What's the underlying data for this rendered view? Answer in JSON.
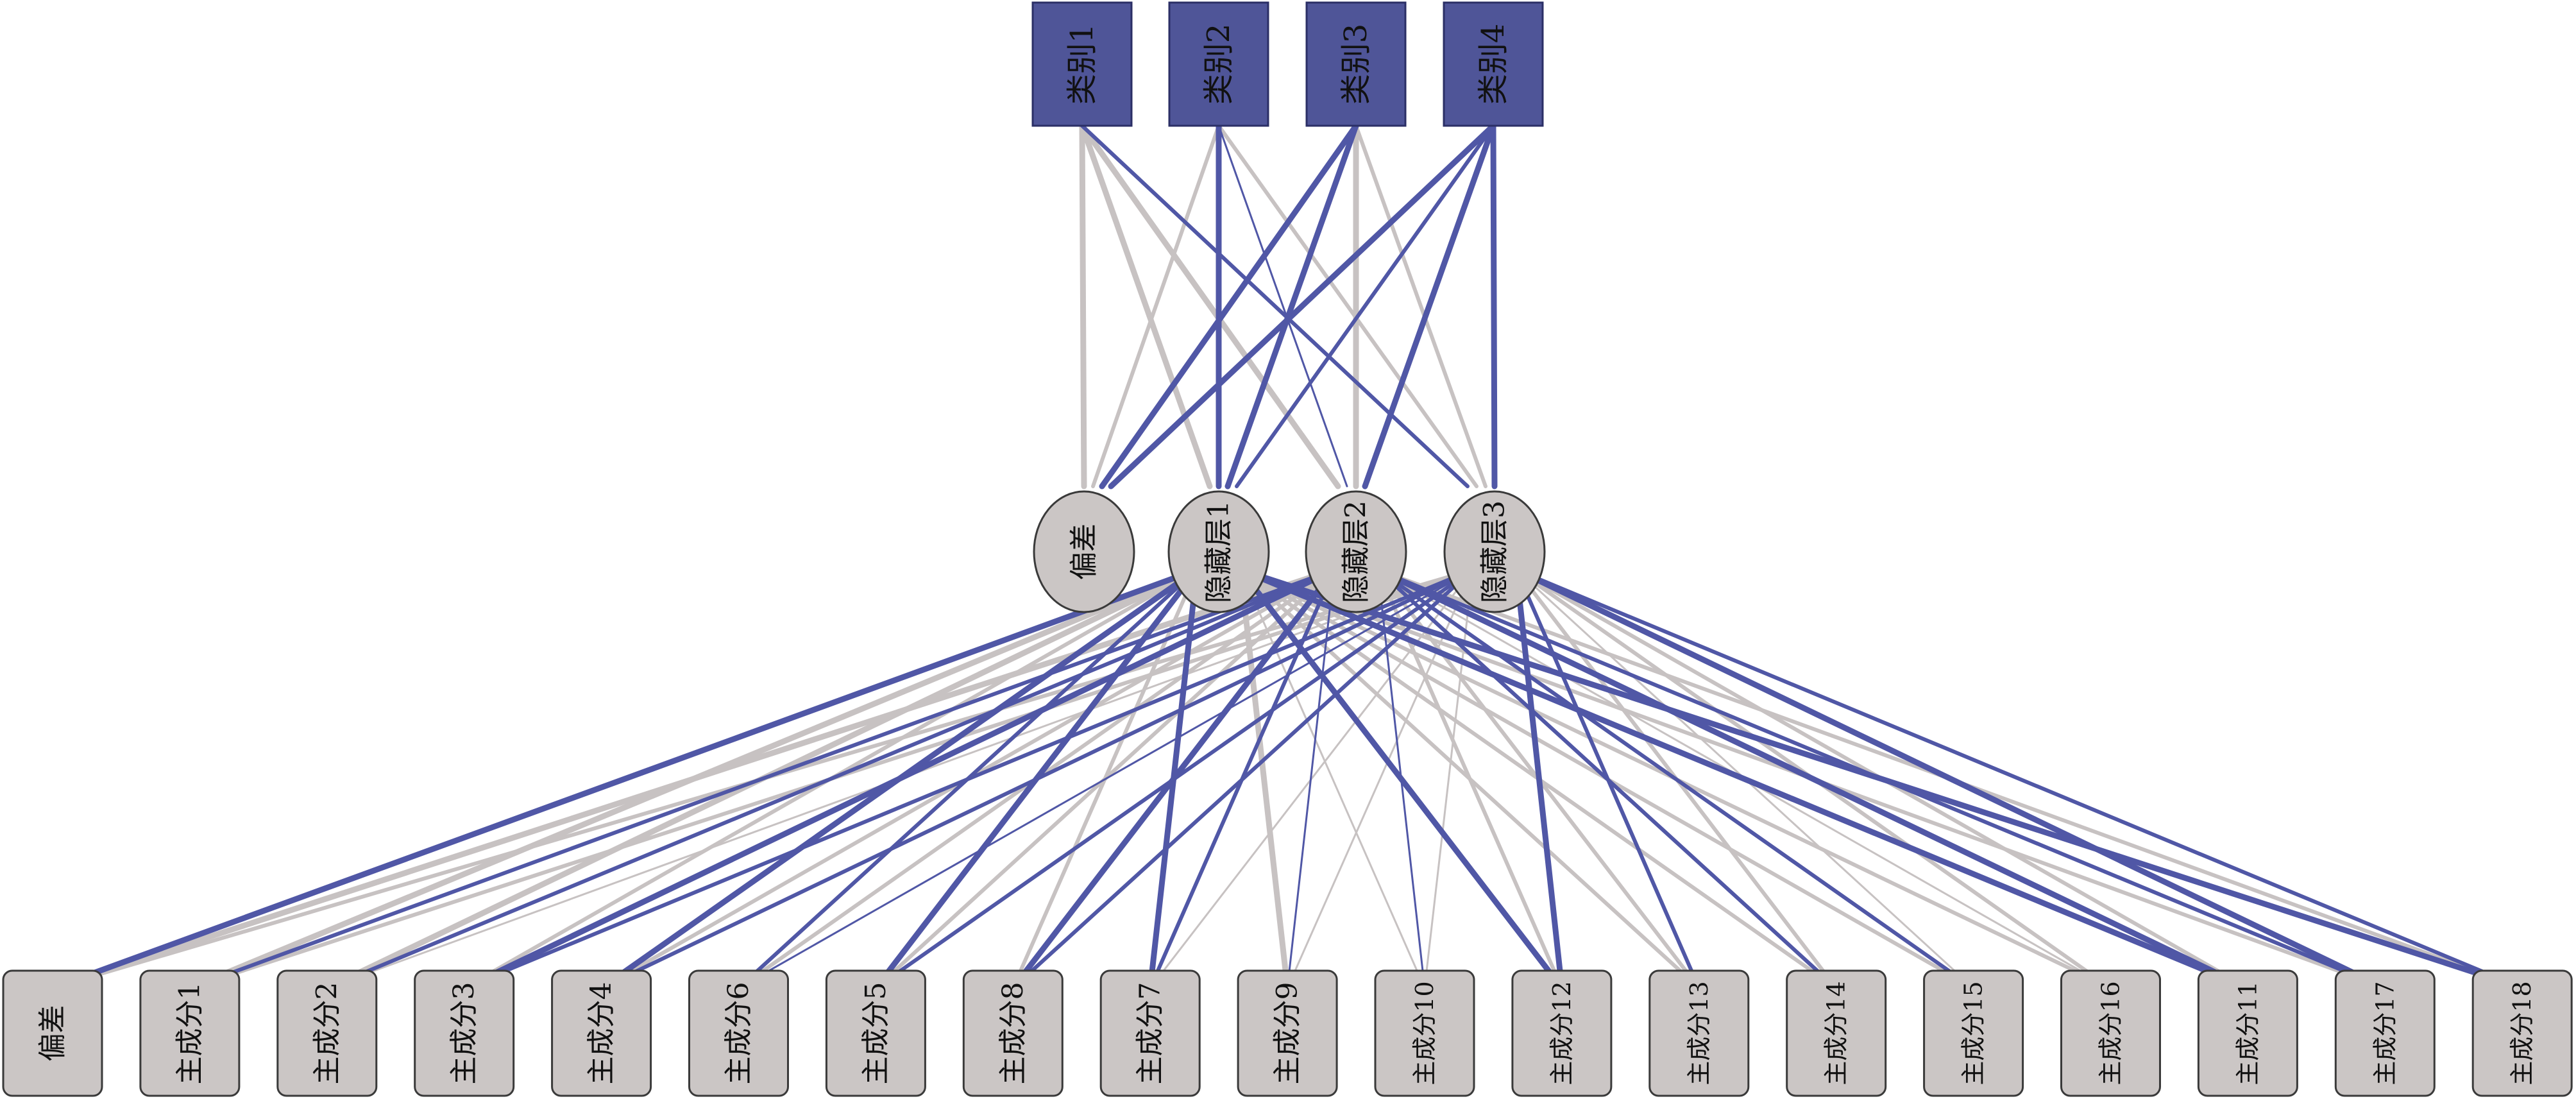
{
  "diagram": {
    "colors": {
      "positive_edge": "#5057a6",
      "negative_edge": "#c7c2c2",
      "output_fill": "#4f5598",
      "output_stroke": "#2b2f66",
      "output_text": "#ffffff",
      "node_fill": "#cbc6c5",
      "node_stroke": "#3a3a3a",
      "node_text": "#111111"
    },
    "output_layer": [
      {
        "id": "o1",
        "label": "类别1"
      },
      {
        "id": "o2",
        "label": "类别2"
      },
      {
        "id": "o3",
        "label": "类别3"
      },
      {
        "id": "o4",
        "label": "类别4"
      }
    ],
    "hidden_layer": [
      {
        "id": "hb",
        "label": "偏差"
      },
      {
        "id": "h1",
        "label": "隐藏层1"
      },
      {
        "id": "h2",
        "label": "隐藏层2"
      },
      {
        "id": "h3",
        "label": "隐藏层3"
      }
    ],
    "input_layer": [
      {
        "id": "ib",
        "label": "偏差"
      },
      {
        "id": "p1",
        "label": "主成分1"
      },
      {
        "id": "p2",
        "label": "主成分2"
      },
      {
        "id": "p3",
        "label": "主成分3"
      },
      {
        "id": "p4",
        "label": "主成分4"
      },
      {
        "id": "p6",
        "label": "主成分6"
      },
      {
        "id": "p5",
        "label": "主成分5"
      },
      {
        "id": "p8",
        "label": "主成分8"
      },
      {
        "id": "p7",
        "label": "主成分7"
      },
      {
        "id": "p9",
        "label": "主成分9"
      },
      {
        "id": "p10",
        "label": "主成分10"
      },
      {
        "id": "p12",
        "label": "主成分12"
      },
      {
        "id": "p13",
        "label": "主成分13"
      },
      {
        "id": "p14",
        "label": "主成分14"
      },
      {
        "id": "p15",
        "label": "主成分15"
      },
      {
        "id": "p16",
        "label": "主成分16"
      },
      {
        "id": "p11",
        "label": "主成分11"
      },
      {
        "id": "p17",
        "label": "主成分17"
      },
      {
        "id": "p18",
        "label": "主成分18"
      }
    ],
    "hidden_to_output_edges": [
      {
        "from": "hb",
        "to": "o1",
        "sign": "neg",
        "strength": 3
      },
      {
        "from": "hb",
        "to": "o2",
        "sign": "neg",
        "strength": 2
      },
      {
        "from": "hb",
        "to": "o3",
        "sign": "pos",
        "strength": 3
      },
      {
        "from": "hb",
        "to": "o4",
        "sign": "pos",
        "strength": 3
      },
      {
        "from": "h1",
        "to": "o1",
        "sign": "neg",
        "strength": 3
      },
      {
        "from": "h1",
        "to": "o2",
        "sign": "pos",
        "strength": 3
      },
      {
        "from": "h1",
        "to": "o3",
        "sign": "pos",
        "strength": 3
      },
      {
        "from": "h1",
        "to": "o4",
        "sign": "pos",
        "strength": 2
      },
      {
        "from": "h2",
        "to": "o1",
        "sign": "neg",
        "strength": 3
      },
      {
        "from": "h2",
        "to": "o2",
        "sign": "pos",
        "strength": 1
      },
      {
        "from": "h2",
        "to": "o3",
        "sign": "neg",
        "strength": 3
      },
      {
        "from": "h2",
        "to": "o4",
        "sign": "pos",
        "strength": 3
      },
      {
        "from": "h3",
        "to": "o1",
        "sign": "pos",
        "strength": 2
      },
      {
        "from": "h3",
        "to": "o2",
        "sign": "neg",
        "strength": 2
      },
      {
        "from": "h3",
        "to": "o3",
        "sign": "neg",
        "strength": 2
      },
      {
        "from": "h3",
        "to": "o4",
        "sign": "pos",
        "strength": 3
      }
    ],
    "input_to_hidden_edges": [
      {
        "from": "ib",
        "to": "h1",
        "sign": "pos",
        "strength": 3
      },
      {
        "from": "ib",
        "to": "h2",
        "sign": "neg",
        "strength": 3
      },
      {
        "from": "ib",
        "to": "h3",
        "sign": "neg",
        "strength": 2
      },
      {
        "from": "p1",
        "to": "h1",
        "sign": "neg",
        "strength": 3
      },
      {
        "from": "p1",
        "to": "h2",
        "sign": "pos",
        "strength": 2
      },
      {
        "from": "p1",
        "to": "h3",
        "sign": "neg",
        "strength": 2
      },
      {
        "from": "p2",
        "to": "h1",
        "sign": "neg",
        "strength": 3
      },
      {
        "from": "p2",
        "to": "h2",
        "sign": "pos",
        "strength": 2
      },
      {
        "from": "p2",
        "to": "h3",
        "sign": "neg",
        "strength": 1
      },
      {
        "from": "p3",
        "to": "h1",
        "sign": "neg",
        "strength": 2
      },
      {
        "from": "p3",
        "to": "h2",
        "sign": "pos",
        "strength": 3
      },
      {
        "from": "p3",
        "to": "h3",
        "sign": "pos",
        "strength": 2
      },
      {
        "from": "p4",
        "to": "h1",
        "sign": "pos",
        "strength": 3
      },
      {
        "from": "p4",
        "to": "h2",
        "sign": "neg",
        "strength": 2
      },
      {
        "from": "p4",
        "to": "h3",
        "sign": "pos",
        "strength": 2
      },
      {
        "from": "p6",
        "to": "h1",
        "sign": "pos",
        "strength": 2
      },
      {
        "from": "p6",
        "to": "h2",
        "sign": "neg",
        "strength": 2
      },
      {
        "from": "p6",
        "to": "h3",
        "sign": "pos",
        "strength": 1
      },
      {
        "from": "p5",
        "to": "h1",
        "sign": "pos",
        "strength": 3
      },
      {
        "from": "p5",
        "to": "h2",
        "sign": "neg",
        "strength": 2
      },
      {
        "from": "p5",
        "to": "h3",
        "sign": "pos",
        "strength": 2
      },
      {
        "from": "p8",
        "to": "h1",
        "sign": "neg",
        "strength": 2
      },
      {
        "from": "p8",
        "to": "h2",
        "sign": "pos",
        "strength": 3
      },
      {
        "from": "p8",
        "to": "h3",
        "sign": "pos",
        "strength": 2
      },
      {
        "from": "p7",
        "to": "h1",
        "sign": "pos",
        "strength": 3
      },
      {
        "from": "p7",
        "to": "h2",
        "sign": "pos",
        "strength": 2
      },
      {
        "from": "p7",
        "to": "h3",
        "sign": "neg",
        "strength": 1
      },
      {
        "from": "p9",
        "to": "h1",
        "sign": "neg",
        "strength": 3
      },
      {
        "from": "p9",
        "to": "h2",
        "sign": "pos",
        "strength": 1
      },
      {
        "from": "p9",
        "to": "h3",
        "sign": "neg",
        "strength": 1
      },
      {
        "from": "p10",
        "to": "h1",
        "sign": "neg",
        "strength": 1
      },
      {
        "from": "p10",
        "to": "h2",
        "sign": "pos",
        "strength": 1
      },
      {
        "from": "p10",
        "to": "h3",
        "sign": "neg",
        "strength": 1
      },
      {
        "from": "p12",
        "to": "h1",
        "sign": "pos",
        "strength": 3
      },
      {
        "from": "p12",
        "to": "h2",
        "sign": "neg",
        "strength": 2
      },
      {
        "from": "p12",
        "to": "h3",
        "sign": "pos",
        "strength": 3
      },
      {
        "from": "p13",
        "to": "h1",
        "sign": "neg",
        "strength": 2
      },
      {
        "from": "p13",
        "to": "h2",
        "sign": "neg",
        "strength": 2
      },
      {
        "from": "p13",
        "to": "h3",
        "sign": "pos",
        "strength": 2
      },
      {
        "from": "p14",
        "to": "h1",
        "sign": "neg",
        "strength": 2
      },
      {
        "from": "p14",
        "to": "h2",
        "sign": "pos",
        "strength": 2
      },
      {
        "from": "p14",
        "to": "h3",
        "sign": "neg",
        "strength": 2
      },
      {
        "from": "p15",
        "to": "h1",
        "sign": "neg",
        "strength": 2
      },
      {
        "from": "p15",
        "to": "h2",
        "sign": "pos",
        "strength": 2
      },
      {
        "from": "p15",
        "to": "h3",
        "sign": "neg",
        "strength": 1
      },
      {
        "from": "p16",
        "to": "h1",
        "sign": "neg",
        "strength": 2
      },
      {
        "from": "p16",
        "to": "h2",
        "sign": "neg",
        "strength": 1
      },
      {
        "from": "p16",
        "to": "h3",
        "sign": "neg",
        "strength": 2
      },
      {
        "from": "p11",
        "to": "h1",
        "sign": "pos",
        "strength": 3
      },
      {
        "from": "p11",
        "to": "h2",
        "sign": "pos",
        "strength": 3
      },
      {
        "from": "p11",
        "to": "h3",
        "sign": "neg",
        "strength": 2
      },
      {
        "from": "p17",
        "to": "h1",
        "sign": "neg",
        "strength": 2
      },
      {
        "from": "p17",
        "to": "h2",
        "sign": "pos",
        "strength": 2
      },
      {
        "from": "p17",
        "to": "h3",
        "sign": "pos",
        "strength": 3
      },
      {
        "from": "p18",
        "to": "h1",
        "sign": "pos",
        "strength": 3
      },
      {
        "from": "p18",
        "to": "h2",
        "sign": "neg",
        "strength": 2
      },
      {
        "from": "p18",
        "to": "h3",
        "sign": "pos",
        "strength": 2
      }
    ]
  }
}
